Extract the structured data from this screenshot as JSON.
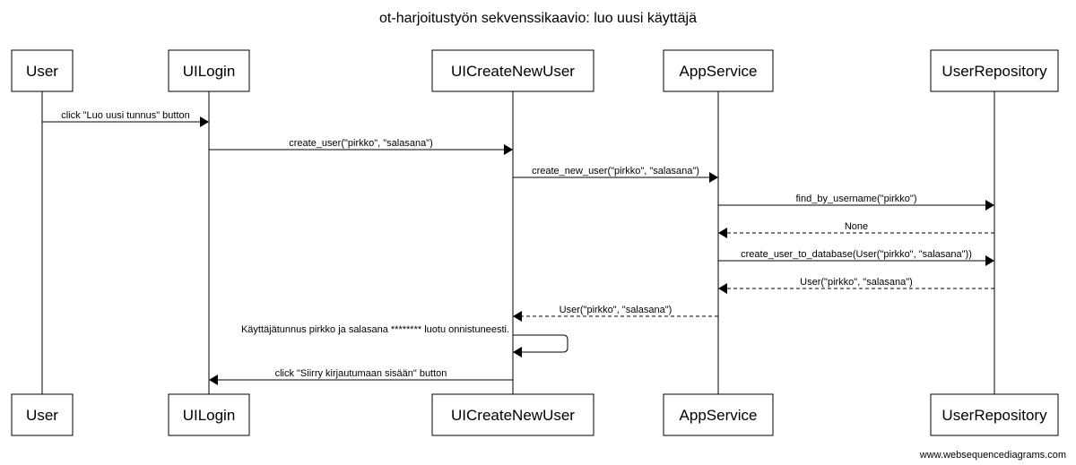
{
  "diagram": {
    "title": "ot-harjoitustyön sekvenssikaavio: luo uusi käyttäjä",
    "footer": "www.websequencediagrams.com",
    "participants": [
      {
        "id": "user",
        "label": "User"
      },
      {
        "id": "uilogin",
        "label": "UILogin"
      },
      {
        "id": "uicreatenewuser",
        "label": "UICreateNewUser"
      },
      {
        "id": "appservice",
        "label": "AppService"
      },
      {
        "id": "userrepository",
        "label": "UserRepository"
      }
    ],
    "messages": [
      {
        "from": "user",
        "to": "uilogin",
        "label": "click \"Luo uusi tunnus\" button",
        "kind": "sync"
      },
      {
        "from": "uilogin",
        "to": "uicreatenewuser",
        "label": "create_user(\"pirkko\", \"salasana\")",
        "kind": "sync"
      },
      {
        "from": "uicreatenewuser",
        "to": "appservice",
        "label": "create_new_user(\"pirkko\", \"salasana\")",
        "kind": "sync"
      },
      {
        "from": "appservice",
        "to": "userrepository",
        "label": "find_by_username(\"pirkko\")",
        "kind": "sync"
      },
      {
        "from": "userrepository",
        "to": "appservice",
        "label": "None",
        "kind": "return"
      },
      {
        "from": "appservice",
        "to": "userrepository",
        "label": "create_user_to_database(User(\"pirkko\", \"salasana\"))",
        "kind": "sync"
      },
      {
        "from": "userrepository",
        "to": "appservice",
        "label": "User(\"pirkko\", \"salasana\")",
        "kind": "return"
      },
      {
        "from": "appservice",
        "to": "uicreatenewuser",
        "label": "User(\"pirkko\", \"salasana\")",
        "kind": "return"
      },
      {
        "from": "uicreatenewuser",
        "to": "uicreatenewuser",
        "label": "Käyttäjätunnus pirkko ja salasana ******** luotu onnistuneesti.",
        "kind": "self"
      },
      {
        "from": "uicreatenewuser",
        "to": "uilogin",
        "label": "click \"Siirry kirjautumaan sisään\" button",
        "kind": "sync"
      }
    ]
  }
}
